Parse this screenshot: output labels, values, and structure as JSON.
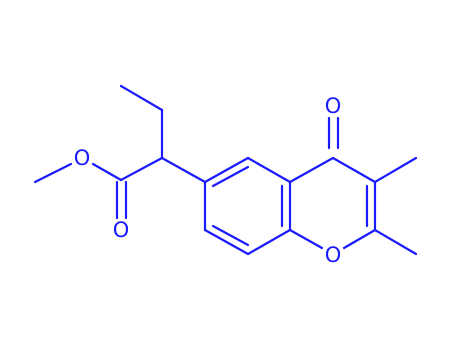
{
  "molecule": {
    "ink_color": "#1a1aff",
    "background_color": "#ffffff",
    "atoms": {
      "ester_o": "O",
      "carbonyl_o": "O",
      "ketone_o": "O",
      "ring_o": "O"
    }
  }
}
